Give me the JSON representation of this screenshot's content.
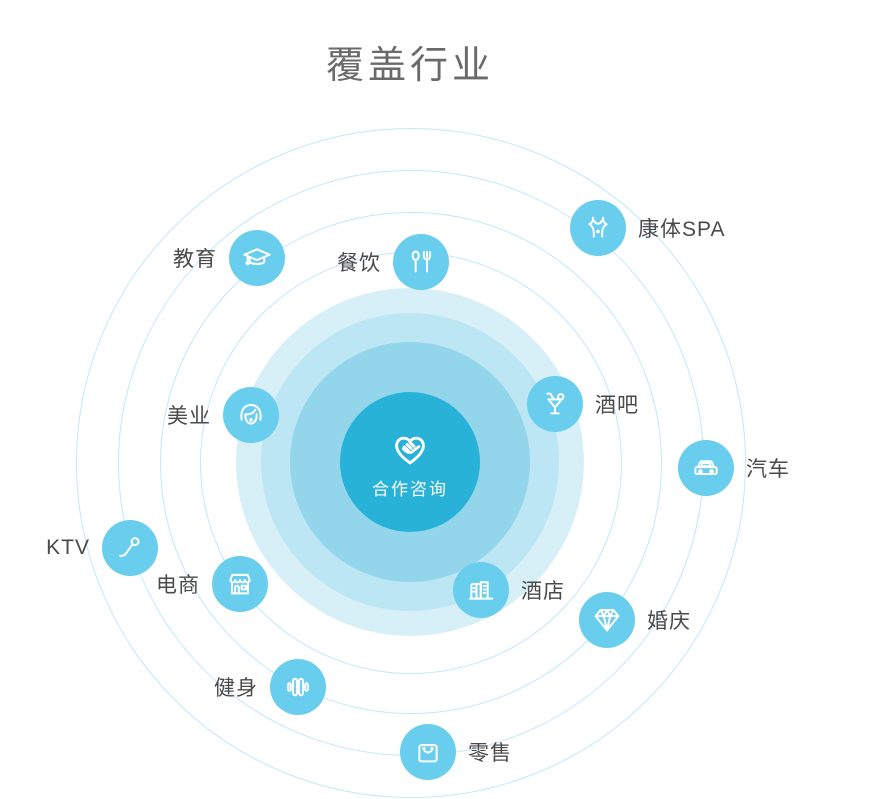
{
  "title": "覆盖行业",
  "center": {
    "label": "合作咨询",
    "icon": "handshake-heart-icon",
    "color": "#29b2d8"
  },
  "industries": [
    {
      "label": "教育",
      "icon": "graduation-cap-icon",
      "label_side": "left"
    },
    {
      "label": "餐饮",
      "icon": "spoon-fork-icon",
      "label_side": "left"
    },
    {
      "label": "康体SPA",
      "icon": "spa-body-icon",
      "label_side": "right"
    },
    {
      "label": "美业",
      "icon": "woman-face-icon",
      "label_side": "left"
    },
    {
      "label": "酒吧",
      "icon": "cocktail-icon",
      "label_side": "right"
    },
    {
      "label": "汽车",
      "icon": "car-icon",
      "label_side": "right"
    },
    {
      "label": "KTV",
      "icon": "microphone-icon",
      "label_side": "left"
    },
    {
      "label": "电商",
      "icon": "storefront-icon",
      "label_side": "left"
    },
    {
      "label": "酒店",
      "icon": "hotel-building-icon",
      "label_side": "right"
    },
    {
      "label": "婚庆",
      "icon": "diamond-icon",
      "label_side": "right"
    },
    {
      "label": "健身",
      "icon": "dumbbell-icon",
      "label_side": "left"
    },
    {
      "label": "零售",
      "icon": "shopping-bag-icon",
      "label_side": "right"
    }
  ],
  "colors": {
    "title_text": "#6a6a6a",
    "label_text": "#4a4a4a",
    "industry_bubble": "#69cdee",
    "center_bubble": "#29b2d8",
    "halo_outer": "#d7f0f8",
    "halo_middle": "#bce6f3",
    "halo_inner": "#93d6eb",
    "orbit_ring": "#a9dcec"
  }
}
